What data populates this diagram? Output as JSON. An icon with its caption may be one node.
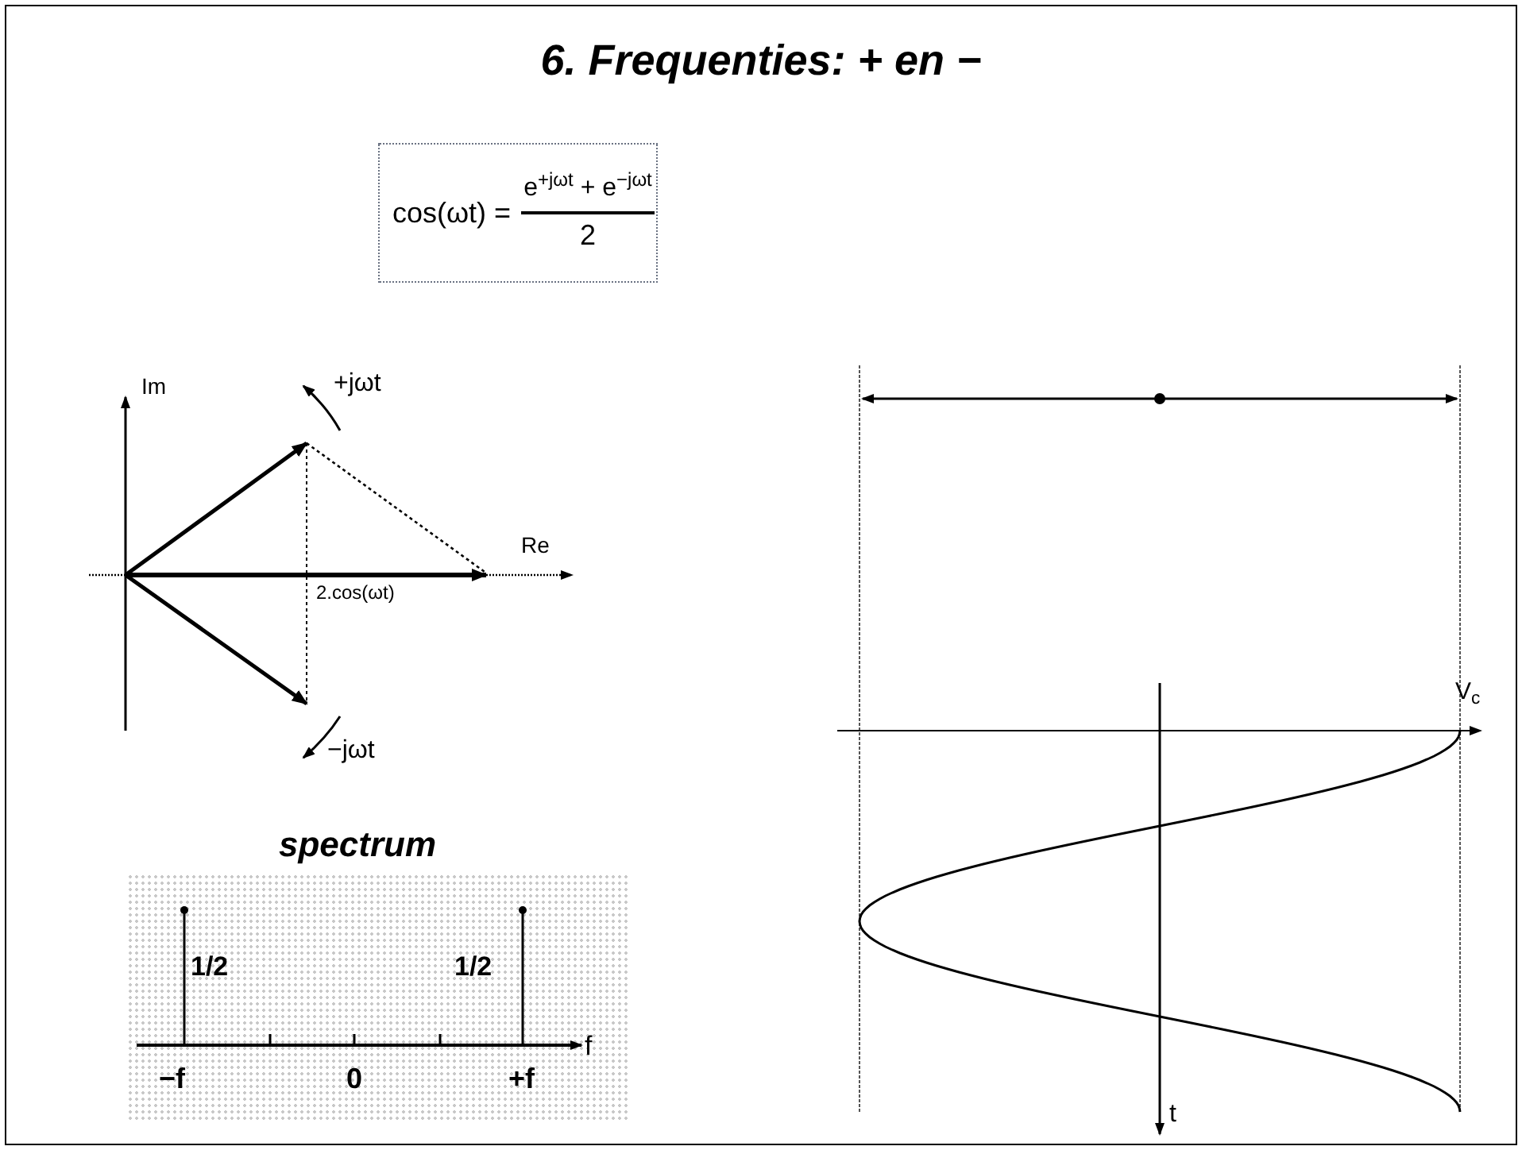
{
  "diagram": {
    "title": "6. Frequenties: + en −",
    "nodes": [
      {
        "text": [
          "cos(ωt) =",
          "e$^{+jωt}$ + e$^{−jωt}$",
          "2"
        ]
      },
      {
        "text": [
          "spectrum"
        ]
      }
    ],
    "labels": [
      "Im",
      "+jωt",
      "Re",
      "2.cos(ωt)",
      "−jωt",
      "1/2",
      "1/2",
      "f",
      "−f",
      "0",
      "+f",
      "V$_{c}$",
      "t"
    ]
  }
}
